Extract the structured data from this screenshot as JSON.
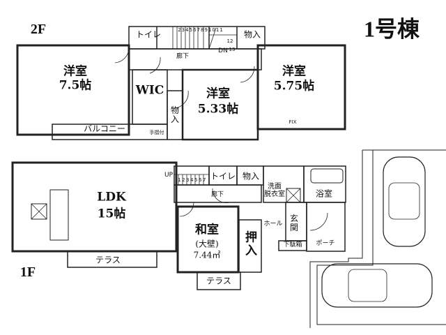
{
  "title": "1号棟",
  "floor2": {
    "label": "2F",
    "rooms": {
      "west": {
        "name": "洋室",
        "size": "7.5帖"
      },
      "center": {
        "name": "洋室",
        "size": "5.33帖"
      },
      "east": {
        "name": "洋室",
        "size": "5.75帖"
      },
      "wic": "WIC",
      "closet1": "物入",
      "closet2": "物入",
      "toilet": "トイレ",
      "hall": "廊下",
      "balcony": "バルコニー",
      "handrail": "手摺付",
      "stairs_down": "DN",
      "fix": "FIX",
      "stair_steps": [
        "2",
        "3",
        "4",
        "5",
        "6",
        "7",
        "8",
        "9",
        "10",
        "11",
        "12",
        "13"
      ]
    }
  },
  "floor1": {
    "label": "1F",
    "rooms": {
      "ldk": {
        "name": "LDK",
        "size": "15帖"
      },
      "washitsu": {
        "name": "和室",
        "note": "(大壁)",
        "size": "7.44㎡"
      },
      "oshiire": "押入",
      "toilet": "トイレ",
      "closet": "物入",
      "hall": "廊下",
      "washroom": "洗面\n脱衣室",
      "bath": "浴室",
      "entrance_hall": "ホール",
      "genkan": "玄関",
      "shoe_box": "下駄箱",
      "porch": "ポーチ",
      "terrace1": "テラス",
      "terrace2": "テラス",
      "stairs_up": "UP",
      "stair_steps": [
        "1",
        "2",
        "3",
        "4",
        "5",
        "6",
        "7"
      ]
    }
  },
  "colors": {
    "line": "#222222",
    "background": "#ffffff"
  }
}
